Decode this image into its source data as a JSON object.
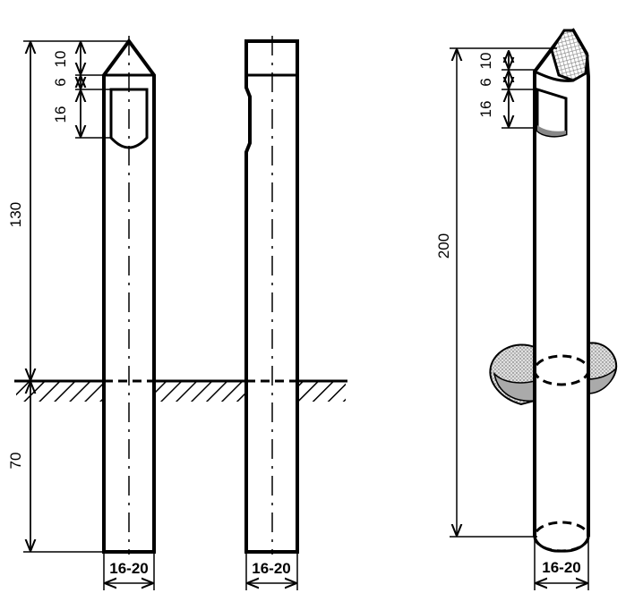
{
  "figure": {
    "front_view": {
      "dims": {
        "above_ground": "130",
        "tip": "10",
        "top_gap": "6",
        "slot": "16",
        "below_ground": "70"
      },
      "width_label": "16-20"
    },
    "side_view": {
      "width_label": "16-20"
    },
    "perspective_view": {
      "dims": {
        "total": "200",
        "tip": "10",
        "top_gap": "6",
        "slot": "16"
      },
      "width_label": "16-20"
    },
    "colors": {
      "ink": "#000000",
      "soil_fill": "#d8d8d8",
      "background": "#ffffff"
    }
  }
}
